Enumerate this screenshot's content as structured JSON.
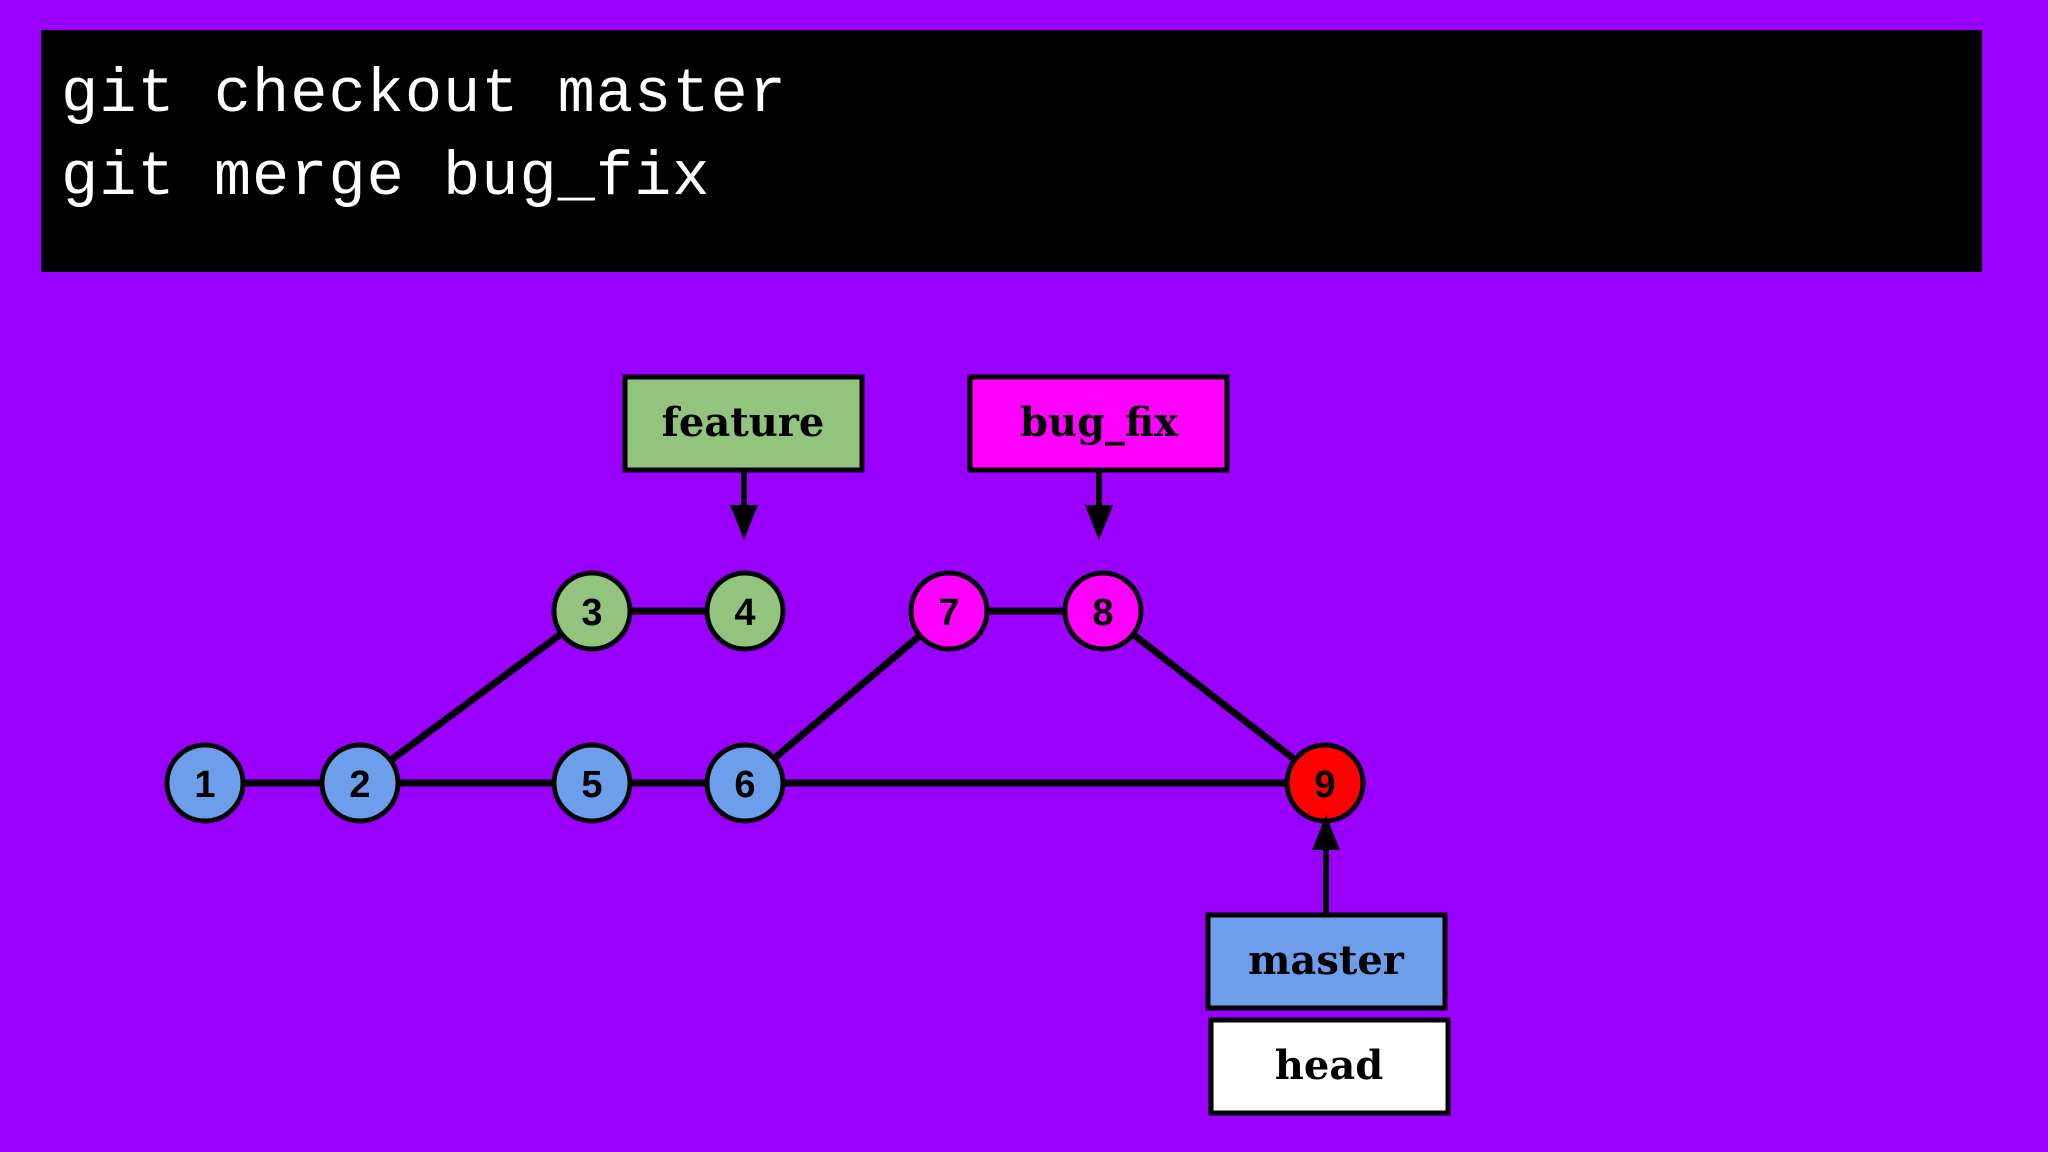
{
  "terminal": {
    "lines": [
      "git checkout master",
      "git merge bug_fix"
    ]
  },
  "colors": {
    "background": "#9900ff",
    "terminal": "#000000",
    "master_commit": "#6d9eeb",
    "feature_commit": "#93c47d",
    "bug_fix_commit": "#ff00ff",
    "merge_commit": "#ff0000",
    "head_label": "#ffffff"
  },
  "commits": [
    {
      "id": "1",
      "branch": "master"
    },
    {
      "id": "2",
      "branch": "master"
    },
    {
      "id": "3",
      "branch": "feature"
    },
    {
      "id": "4",
      "branch": "feature"
    },
    {
      "id": "5",
      "branch": "master"
    },
    {
      "id": "6",
      "branch": "master"
    },
    {
      "id": "7",
      "branch": "bug_fix"
    },
    {
      "id": "8",
      "branch": "bug_fix"
    },
    {
      "id": "9",
      "branch": "merge"
    }
  ],
  "edges": [
    [
      "1",
      "2"
    ],
    [
      "2",
      "3"
    ],
    [
      "3",
      "4"
    ],
    [
      "2",
      "5"
    ],
    [
      "5",
      "6"
    ],
    [
      "6",
      "7"
    ],
    [
      "7",
      "8"
    ],
    [
      "8",
      "9"
    ],
    [
      "6",
      "9"
    ]
  ],
  "labels": {
    "feature": "feature",
    "bug_fix": "bug_fix",
    "master": "master",
    "head": "head"
  }
}
